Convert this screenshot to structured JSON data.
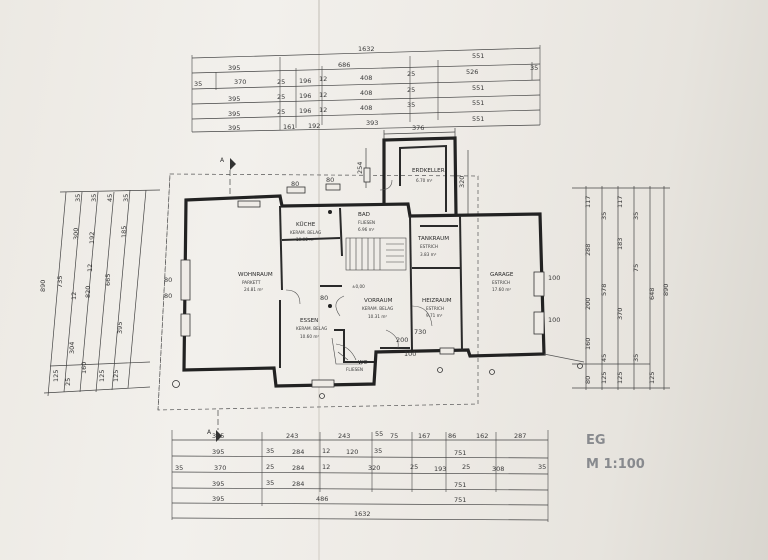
{
  "plan": {
    "sheet_label": "EG",
    "scale_label": "M 1:100",
    "section_marker": "A"
  },
  "rooms": {
    "wohnraum": {
      "name": "WOHNRAUM",
      "finish": "PARKETT",
      "area": "24.81 m²"
    },
    "kueche": {
      "name": "KÜCHE",
      "finish": "KERAM. BELAG",
      "area": "10.02 m²"
    },
    "bad": {
      "name": "BAD",
      "finish": "FLIESEN",
      "area": "6.96 m²"
    },
    "erdkeller": {
      "name": "ERDKELLER",
      "area": "6.70 m²"
    },
    "tankraum": {
      "name": "TANKRAUM",
      "finish": "ESTRICH",
      "area": "3.83 m²"
    },
    "garage": {
      "name": "GARAGE",
      "finish": "ESTRICH",
      "area": "17.60 m²"
    },
    "vorraum": {
      "name": "VORRAUM",
      "finish": "KERAM. BELAG",
      "area": "10.31 m²"
    },
    "heizraum": {
      "name": "HEIZRAUM",
      "finish": "ESTRICH",
      "area": "9.71 m²"
    },
    "essen": {
      "name": "ESSEN",
      "finish": "KERAM. BELAG",
      "area": "10.60 m²"
    },
    "wc": {
      "name": "WC",
      "finish": "FLIESEN"
    },
    "level": "±0,00"
  },
  "dims_top": {
    "row1": [
      "1632"
    ],
    "row2": [
      "395",
      "686",
      "551"
    ],
    "row3": [
      "35",
      "370",
      "25",
      "196",
      "12",
      "408",
      "25",
      "526",
      "35"
    ],
    "row4": [
      "395",
      "25",
      "196",
      "12",
      "408",
      "25",
      "551"
    ],
    "row5": [
      "395",
      "25",
      "196",
      "12",
      "408",
      "35",
      "551"
    ],
    "row6": [
      "395",
      "161",
      "192",
      "393",
      "551"
    ],
    "erker_top": "376",
    "erker_side_1": "254",
    "erker_side_2": "320"
  },
  "dims_bottom": {
    "row1": [
      "395",
      "243",
      "243",
      "55",
      "75",
      "167",
      "86",
      "162",
      "287"
    ],
    "row2": [
      "395",
      "35",
      "284",
      "12",
      "120",
      "35",
      "751"
    ],
    "row3": [
      "35",
      "370",
      "25",
      "284",
      "12",
      "320",
      "25",
      "193",
      "25",
      "308",
      "35"
    ],
    "row4": [
      "395",
      "35",
      "284",
      "751"
    ],
    "row5": [
      "395",
      "486",
      "751"
    ],
    "row6": [
      "1632"
    ]
  },
  "dims_left": {
    "outer": "890",
    "col2": [
      "735",
      "125"
    ],
    "col3": [
      "35",
      "300",
      "12",
      "304",
      "25"
    ],
    "col4": [
      "35",
      "192",
      "12",
      "820",
      "160",
      "25"
    ],
    "col5": [
      "45",
      "665",
      "125"
    ],
    "col6": [
      "35",
      "185",
      "395",
      "125"
    ]
  },
  "dims_right": {
    "outer": "890",
    "col1": [
      "117",
      "288",
      "200",
      "160",
      "80"
    ],
    "col2": [
      "35",
      "578",
      "45",
      "125"
    ],
    "col3": [
      "117",
      "183",
      "370",
      "125"
    ],
    "col4": [
      "35",
      "75",
      "35"
    ],
    "col5": [
      "648",
      "125"
    ]
  },
  "openings": {
    "w1": "80",
    "w2": "80",
    "w3": "80",
    "w4": "80",
    "w5": "100",
    "w6": "100",
    "w7": "100",
    "d1": "200",
    "d2": "730",
    "d3": "80"
  }
}
